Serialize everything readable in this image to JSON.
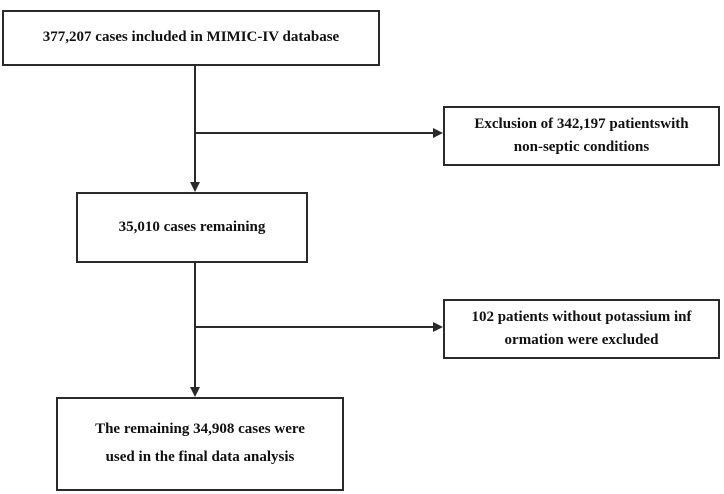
{
  "diagram": {
    "colors": {
      "stroke": "#2a2a2a",
      "text": "#111111",
      "background": "#ffffff"
    },
    "nodes": [
      {
        "id": "n1",
        "role": "main",
        "lines": [
          "377,207 cases included in MIMIC-IV database"
        ]
      },
      {
        "id": "n2",
        "role": "exclusion",
        "lines": [
          "Exclusion of 342,197 patientswith",
          "non-septic conditions"
        ]
      },
      {
        "id": "n3",
        "role": "main",
        "lines": [
          "35,010 cases remaining"
        ]
      },
      {
        "id": "n4",
        "role": "exclusion",
        "lines": [
          "102 patients without potassium inf",
          "ormation were excluded"
        ]
      },
      {
        "id": "n5",
        "role": "main",
        "lines": [
          "The remaining 34,908 cases were",
          "used in the final data analysis"
        ]
      }
    ],
    "edges": [
      {
        "from": "n1",
        "to": "n3",
        "type": "arrow"
      },
      {
        "from": "n1",
        "to": "n2",
        "type": "branch-arrow"
      },
      {
        "from": "n3",
        "to": "n5",
        "type": "arrow"
      },
      {
        "from": "n3",
        "to": "n4",
        "type": "branch-arrow"
      }
    ]
  }
}
